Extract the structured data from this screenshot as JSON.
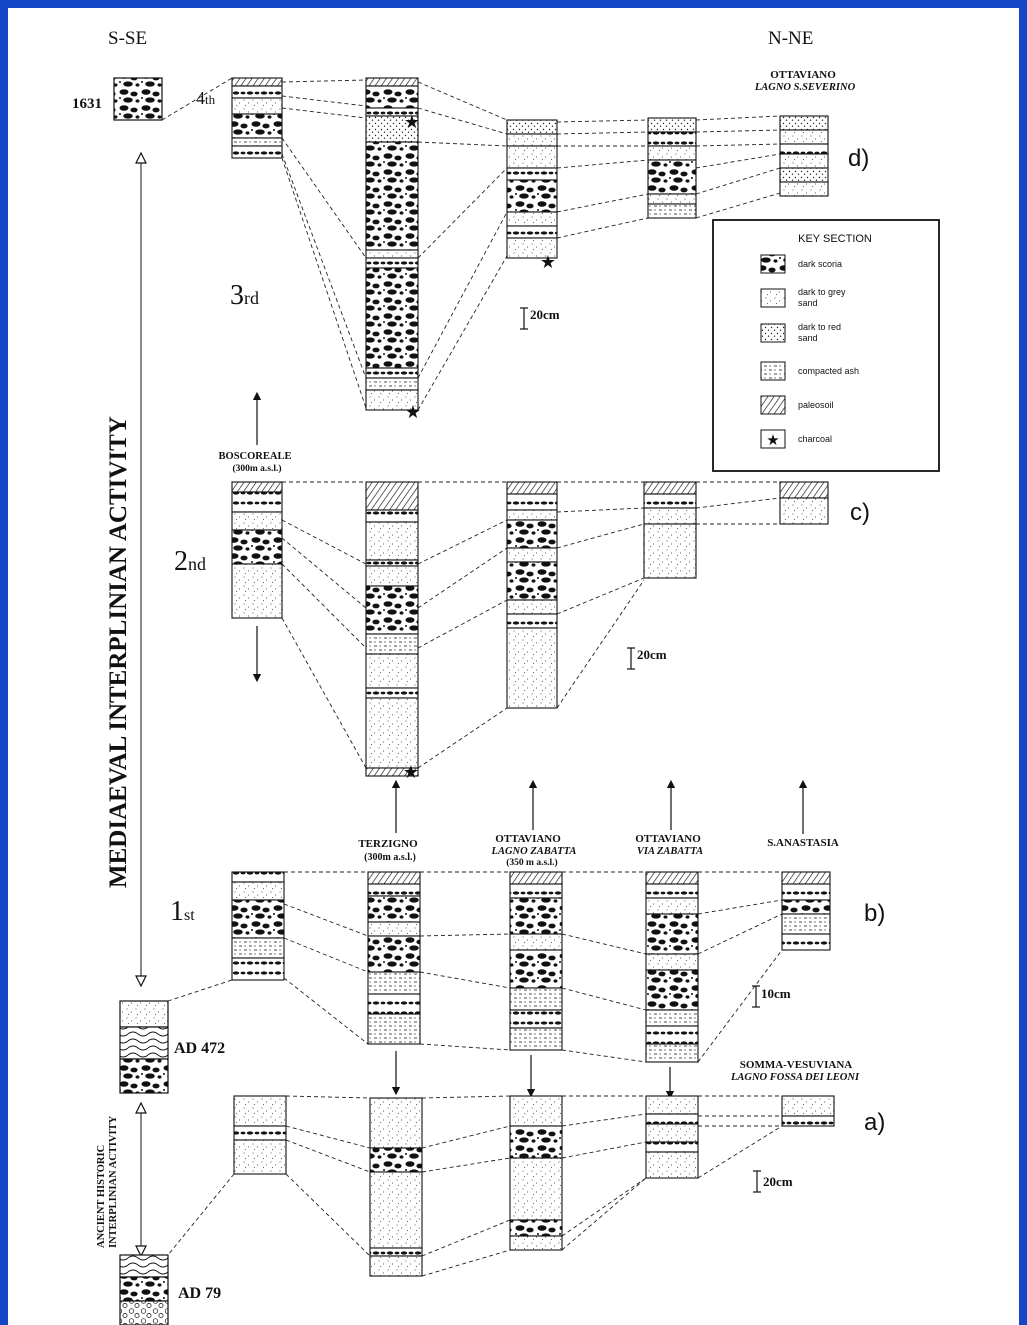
{
  "header": {
    "left": "S-SE",
    "right": "N-NE"
  },
  "vertical_labels": {
    "main": "MEDIAEVAL INTERPLINIAN ACTIVITY",
    "lower_line1": "ANCIENT HISTORIC",
    "lower_line2": "INTERPLINIAN ACTIVITY"
  },
  "dates": {
    "d1631": "1631",
    "ad472": "AD 472",
    "ad79": "AD 79"
  },
  "phases": {
    "p4": {
      "num": "4",
      "suf": "th"
    },
    "p3": {
      "num": "3",
      "suf": "rd"
    },
    "p2": {
      "num": "2",
      "suf": "nd"
    },
    "p1": {
      "num": "1",
      "suf": "st"
    }
  },
  "panels": {
    "a": "a)",
    "b": "b)",
    "c": "c)",
    "d": "d)"
  },
  "localities": {
    "ottaviano_d": {
      "line1": "OTTAVIANO",
      "line2": "LAGNO S.SEVERINO"
    },
    "boscoreale": {
      "line1": "BOSCOREALE",
      "line2": "(300m a.s.l.)"
    },
    "terzigno": {
      "line1": "TERZIGNO",
      "line2": "(300m a.s.l.)"
    },
    "ottaviano_zabatta": {
      "line1": "OTTAVIANO",
      "line2": "LAGNO ZABATTA",
      "line3": "(350 m a.s.l.)"
    },
    "ottaviano_via": {
      "line1": "OTTAVIANO",
      "line2": "VIA ZABATTA"
    },
    "sanastasia": {
      "line1": "S.ANASTASIA"
    },
    "somma": {
      "line1": "SOMMA-VESUVIANA",
      "line2": "LAGNO FOSSA DEI LEONI"
    }
  },
  "scales": {
    "d": "20cm",
    "c": "20cm",
    "b": "10cm",
    "a": "20cm"
  },
  "legend": {
    "title": "KEY SECTION",
    "items": [
      {
        "icon": "dark-scoria",
        "label1": "dark scoria",
        "label2": ""
      },
      {
        "icon": "dark-grey-sand",
        "label1": "dark to grey",
        "label2": "sand"
      },
      {
        "icon": "dark-red-sand",
        "label1": "dark to red",
        "label2": "sand"
      },
      {
        "icon": "compacted-ash",
        "label1": "compacted ash",
        "label2": ""
      },
      {
        "icon": "paleosoil",
        "label1": "paleosoil",
        "label2": ""
      },
      {
        "icon": "charcoal",
        "label1": "charcoal",
        "label2": ""
      }
    ]
  },
  "colors": {
    "frame": "#1546c8",
    "ink": "#111111",
    "paper": "#ffffff"
  }
}
